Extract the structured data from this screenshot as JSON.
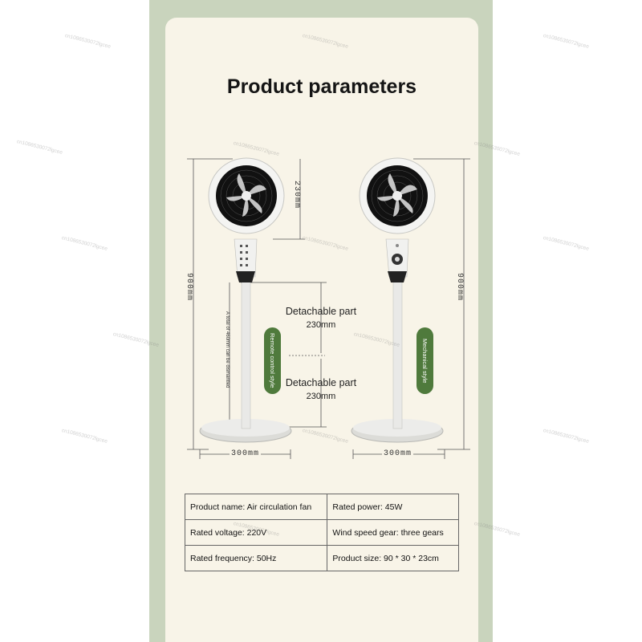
{
  "title": "Product parameters",
  "dimensions": {
    "height_left": "900mm",
    "height_right": "900mm",
    "head_diameter": "230mm",
    "base_left": "300mm",
    "base_right": "300mm"
  },
  "parts": [
    {
      "title": "Detachable part",
      "size": "230mm"
    },
    {
      "title": "Detachable part",
      "size": "230mm"
    }
  ],
  "dismantle_note": "A total of 460mm can be dismantled",
  "styles": {
    "left": "Remote control style",
    "right": "Mechanical style"
  },
  "specs": [
    [
      "Product name: Air circulation fan",
      "Rated power: 45W"
    ],
    [
      "Rated voltage: 220V",
      "Wind speed gear: three gears"
    ],
    [
      "Rated frequency: 50Hz",
      "Product size: 90 * 30 * 23cm"
    ]
  ],
  "watermark": "cn1086530072lgcee",
  "colors": {
    "background_panel": "#c9d4bd",
    "card": "#f8f4e8",
    "style_pill": "#4f7a3c",
    "fan_grille": "#111111"
  }
}
